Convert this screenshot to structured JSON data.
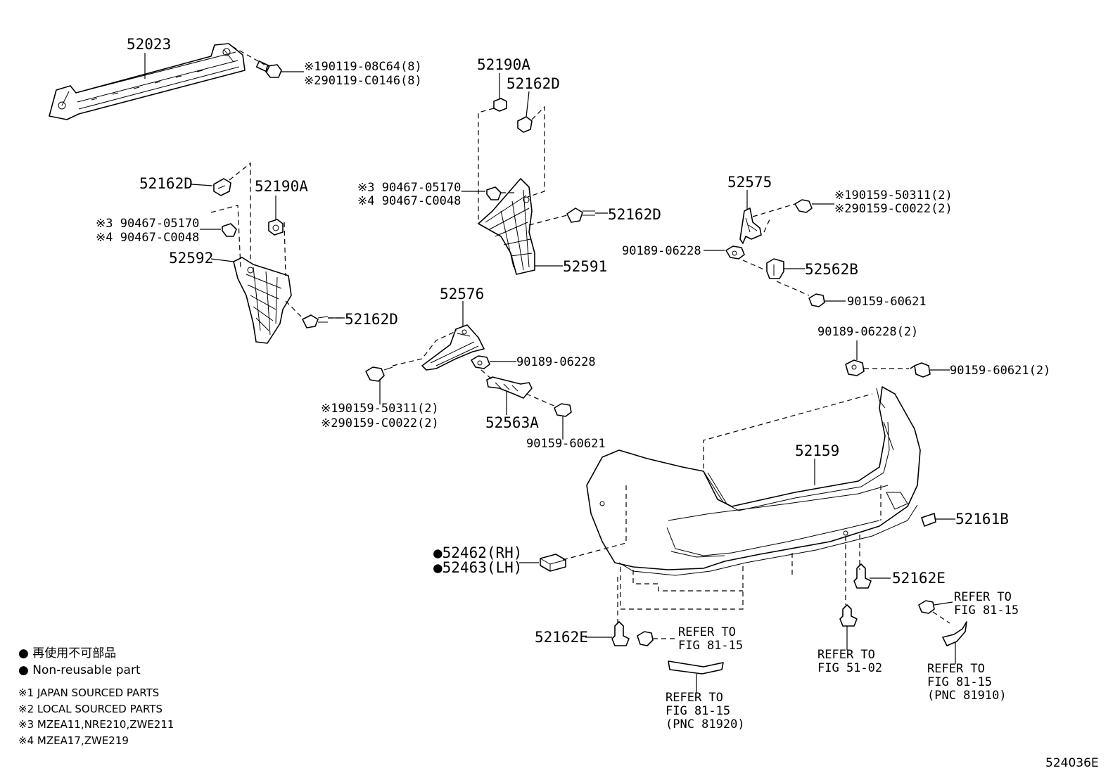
{
  "labels": {
    "p52023": "52023",
    "bolt_a1": "※190119-08C64(8)",
    "bolt_a2": "※290119-C0146(8)",
    "p52190A_top": "52190A",
    "p52162D_top": "52162D",
    "p52162D_left": "52162D",
    "p52190A_left": "52190A",
    "pin_l1": "※3 90467-05170",
    "pin_l2": "※4 90467-C0048",
    "p52592": "52592",
    "p52162D_lower": "52162D",
    "pin_c1": "※3 90467-05170",
    "pin_c2": "※4 90467-C0048",
    "p52162D_mid": "52162D",
    "p52591": "52591",
    "p52575": "52575",
    "bolt_r1": "※190159-50311(2)",
    "bolt_r2": "※290159-C0022(2)",
    "nut_r": "90189-06228",
    "p52562B": "52562B",
    "bolt_r3": "90159-60621",
    "p52576": "52576",
    "nut_c": "90189-06228",
    "bolt_c1": "※190159-50311(2)",
    "bolt_c2": "※290159-C0022(2)",
    "p52563A": "52563A",
    "bolt_c3": "90159-60621",
    "nut_r2": "90189-06228(2)",
    "bolt_r4": "90159-60621(2)",
    "p52159": "52159",
    "p52161B": "52161B",
    "p52462": "●52462(RH)",
    "p52463": "●52463(LH)",
    "p52162E_r": "52162E",
    "p52162E_l": "52162E",
    "ref1_a": "REFER TO",
    "ref1_b": "FIG 81-15",
    "ref2_a": "REFER TO",
    "ref2_b": "FIG 81-15",
    "ref2_c": "(PNC 81920)",
    "ref3_a": "REFER TO",
    "ref3_b": "FIG 51-02",
    "ref4_a": "REFER TO",
    "ref4_b": "FIG 81-15",
    "ref5_a": "REFER TO",
    "ref5_b": "FIG 81-15",
    "ref5_c": "(PNC 81910)"
  },
  "legend": {
    "jp_nonreusable": "● 再使用不可部品",
    "nonreusable": "● Non-reusable part",
    "note1": "※1 JAPAN SOURCED PARTS",
    "note2": "※2 LOCAL SOURCED PARTS",
    "note3": "※3 MZEA11,NRE210,ZWE211",
    "note4": "※4 MZEA17,ZWE219"
  },
  "figure_id": "524036E"
}
